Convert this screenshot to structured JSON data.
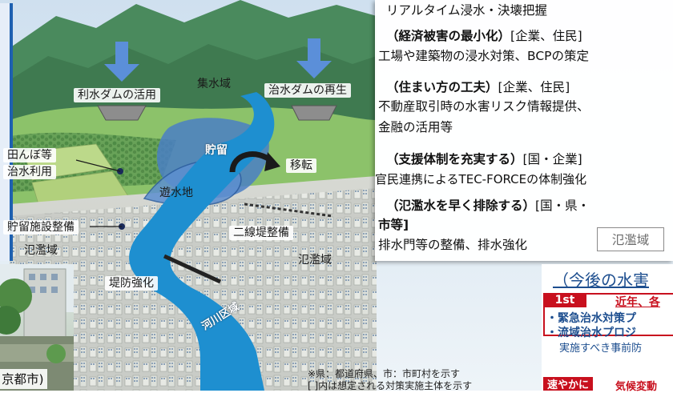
{
  "illustration": {
    "labels": {
      "dam_use": "利水ダムの活用",
      "catchment": "集水域",
      "dam_regen": "治水ダムの再生",
      "storage": "貯留",
      "relocation": "移転",
      "retarding_basin": "遊水地",
      "paddy_line1": "田んぼ等",
      "paddy_line2": "治水利用",
      "storage_facility": "貯留施設整備",
      "flood_area_left": "氾濫域",
      "secondary_levee": "二線堤整備",
      "flood_area_center": "氾濫域",
      "levee_strengthening": "堤防強化",
      "river_zone": "河川区域"
    },
    "footnote_line1": "※県：都道府県、市：市町村を示す",
    "footnote_line2": "[ ]内は想定される対策実施主体を示す"
  },
  "measures_panel": {
    "line_0": "リアルタイム浸水・決壊把握",
    "item_1_title": "（経済被害の最小化）",
    "item_1_actors": "[企業、住民]",
    "item_1_desc": "工場や建築物の浸水対策、BCPの策定",
    "item_2_title": "（住まい方の工夫）",
    "item_2_actors": "[企業、住民]",
    "item_2_desc_1": "不動産取引時の水害リスク情報提供、",
    "item_2_desc_2": "金融の活用等",
    "item_3_title": "（支援体制を充実する）",
    "item_3_actors": "[国・企業]",
    "item_3_desc": "官民連携によるTEC-FORCEの体制強化",
    "item_4_title": "（氾濫水を早く排除する）",
    "item_4_actors_1": "[国・県・",
    "item_4_actors_2": "市等]",
    "item_4_desc": "排水門等の整備、排水強化",
    "flood_area_box": "氾濫域"
  },
  "photo": {
    "caption": "京都市)"
  },
  "future_panel": {
    "title": "（今後の水害",
    "badge_1": "1st",
    "heading_1": "近年、各",
    "bullet_1": "・緊急治水対策プ",
    "bullet_2": "・流域治水プロジ",
    "sub_1": "実施すべき事前防",
    "badge_2": "速やかに",
    "heading_2": "気候変動"
  },
  "colors": {
    "sky": "#e8f0f8",
    "mountain": "#3f7a5a",
    "river": "#1e8fd0",
    "arrow_blue": "#5b8fd9",
    "storage_blue": "#4a7fc4",
    "accent_red": "#c8101e",
    "accent_blue": "#1d4e8f"
  }
}
